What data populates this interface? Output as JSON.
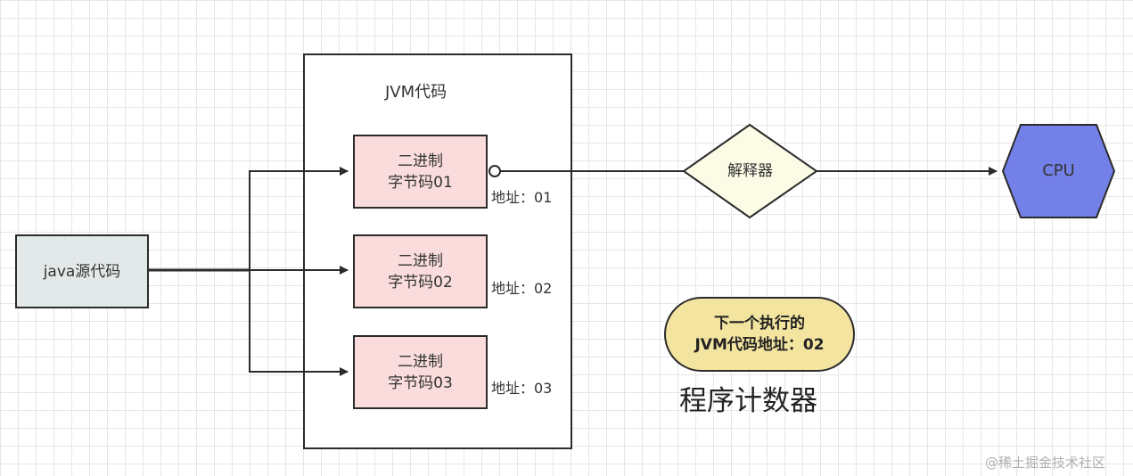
{
  "source": {
    "label": "java源代码"
  },
  "jvm": {
    "title": "JVM代码",
    "blocks": [
      {
        "line1": "二进制",
        "line2": "字节码01",
        "address": "地址：01"
      },
      {
        "line1": "二进制",
        "line2": "字节码02",
        "address": "地址：02"
      },
      {
        "line1": "二进制",
        "line2": "字节码03",
        "address": "地址：03"
      }
    ]
  },
  "interpreter": {
    "label": "解释器"
  },
  "cpu": {
    "label": "CPU"
  },
  "program_counter": {
    "line1": "下一个执行的",
    "line2": "JVM代码地址：02",
    "label": "程序计数器"
  },
  "watermark": "@稀土掘金技术社区",
  "colors": {
    "source_fill": "#e3e8e8",
    "block_fill": "#fadcdc",
    "interpreter_fill": "#fbfbe6",
    "cpu_fill": "#7380e8",
    "pc_fill": "#f3e4a0",
    "stroke": "#2b2b2b"
  }
}
